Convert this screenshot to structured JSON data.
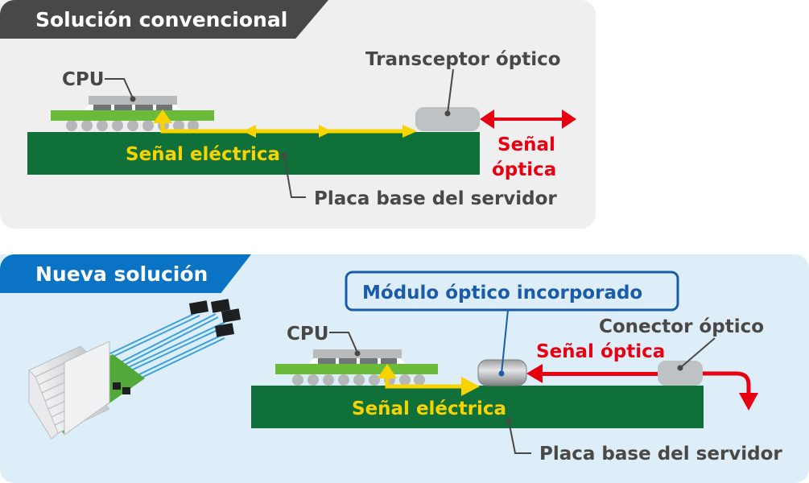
{
  "conventional": {
    "title": "Solución convencional",
    "cpu_label": "CPU",
    "transceiver_label": "Transceptor óptico",
    "electrical_signal": "Señal eléctrica",
    "optical_signal_line1": "Señal",
    "optical_signal_line2": "óptica",
    "motherboard_label": "Placa base del servidor"
  },
  "new_solution": {
    "title": "Nueva solución",
    "cpu_label": "CPU",
    "module_label": "Módulo óptico incorporado",
    "connector_label": "Conector óptico",
    "optical_signal": "Señal óptica",
    "electrical_signal": "Señal eléctrica",
    "motherboard_label": "Placa base del servidor"
  },
  "colors": {
    "board_green": "#10703a",
    "substrate_green": "#6cba3a",
    "electrical_yellow": "#f7d300",
    "optical_red": "#e60012",
    "label_gray": "#4a4847",
    "callout_blue": "#1a5ca8",
    "tab_dark": "#4a4847",
    "tab_blue": "#0a73c3"
  }
}
